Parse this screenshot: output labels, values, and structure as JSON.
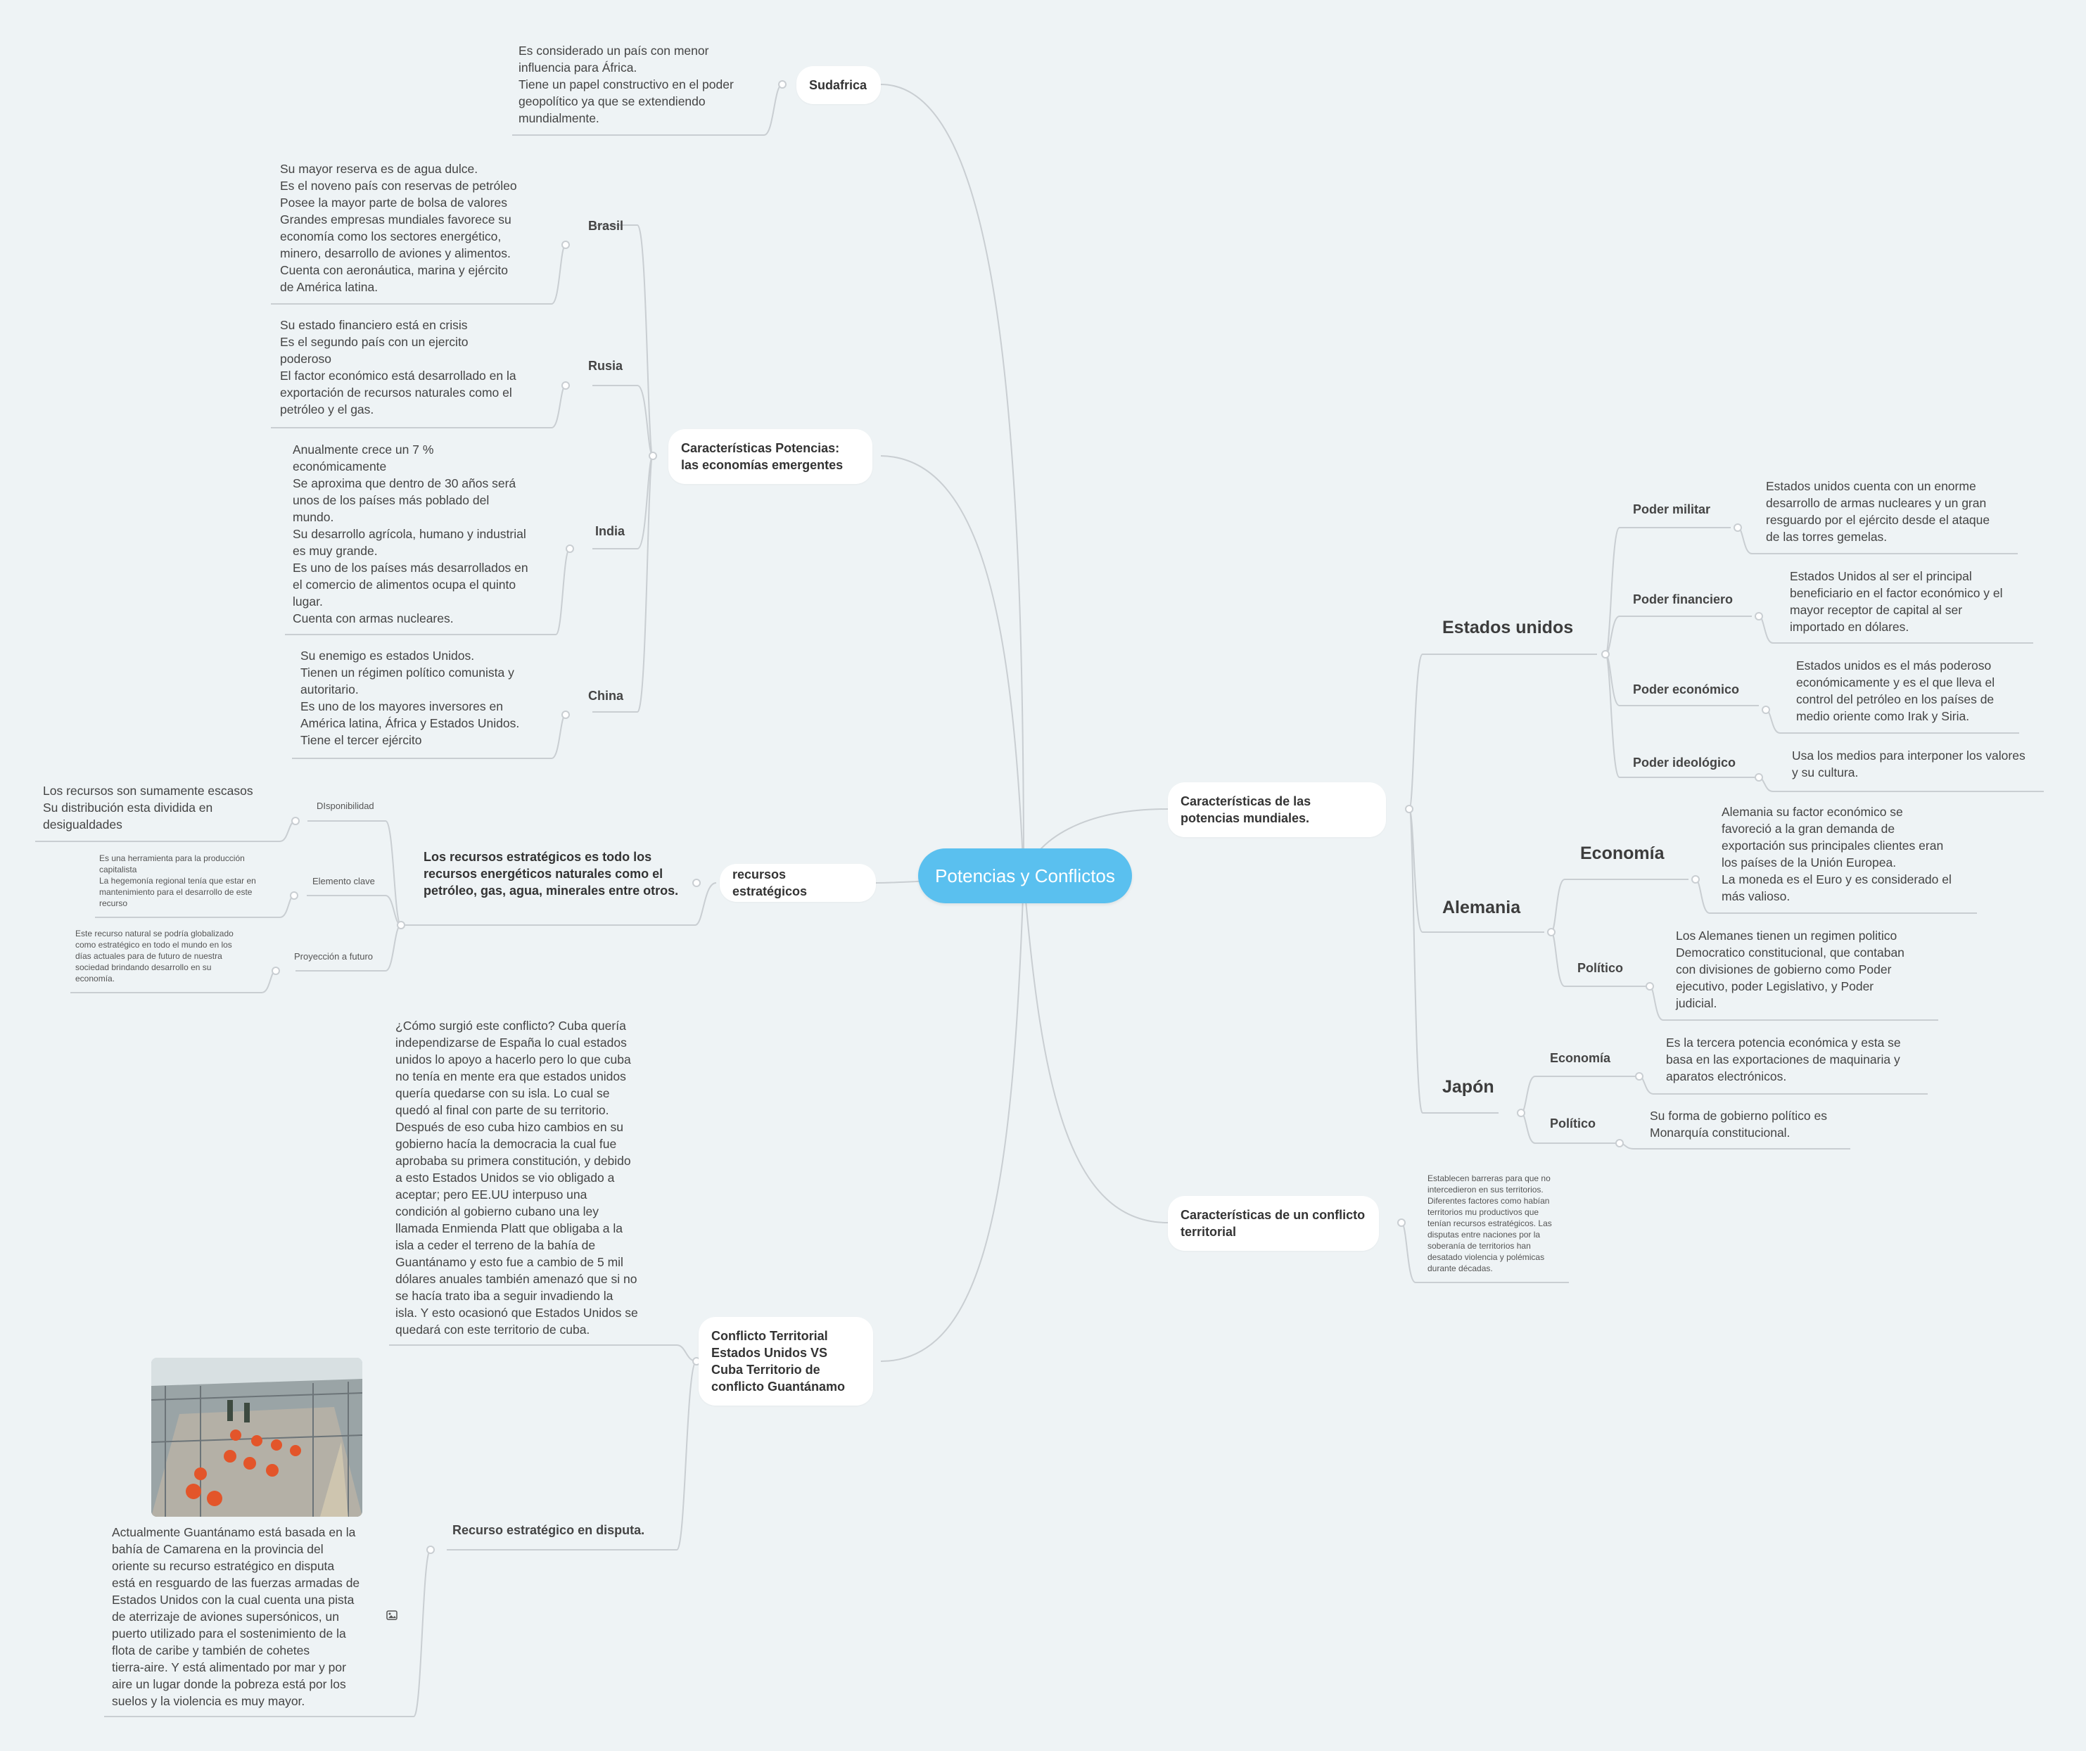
{
  "root": "Potencias y Conflictos",
  "sudafrica": {
    "title": "Sudafrica",
    "text": "Es considerado un país con menor\ninfluencia para África.\nTiene un papel constructivo en el poder\ngeopolítico ya que se extendiendo\nmundialmente."
  },
  "economias": {
    "title": "Características Potencias: las economías emergentes",
    "brasil": {
      "label": "Brasil",
      "text": "Su mayor reserva es de agua dulce.\nEs el noveno país con reservas de petróleo\nPosee la mayor parte de bolsa de valores\nGrandes empresas mundiales favorece su\neconomía como los sectores energético,\nminero, desarrollo de aviones y alimentos.\nCuenta con aeronáutica, marina y ejército\nde América latina."
    },
    "rusia": {
      "label": "Rusia",
      "text": "Su estado financiero está en crisis\nEs el segundo país con un ejercito\npoderoso\nEl factor económico está desarrollado en la\nexportación de recursos naturales como el\npetróleo y el gas."
    },
    "india": {
      "label": "India",
      "text": "Anualmente crece un 7 %\neconómicamente\nSe aproxima que dentro de 30 años será\nunos de los países más poblado del\nmundo.\nSu desarrollo agrícola, humano y industrial\nes muy grande.\nEs uno de los países más desarrollados en\nel comercio de alimentos ocupa el quinto\nlugar.\nCuenta con armas nucleares."
    },
    "china": {
      "label": "China",
      "text": "Su enemigo es estados Unidos.\nTienen un régimen político comunista y\nautoritario.\nEs uno de los mayores inversores en\nAmérica latina, África y Estados Unidos.\nTiene el tercer ejército"
    }
  },
  "recursos": {
    "title": "recursos estratégicos",
    "definition": "Los recursos estratégicos es todo los recursos energéticos naturales como el petróleo, gas, agua, minerales entre otros.",
    "disponibilidad": {
      "label": "DIsponibilidad",
      "text": "Los recursos son sumamente escasos\nSu distribución esta dividida en\ndesigualdades"
    },
    "elemento": {
      "label": "Elemento clave",
      "text": "Es una herramienta para la producción\ncapitalista\nLa hegemonía regional tenía que estar en\nmantenimiento para el desarrollo de este\nrecurso"
    },
    "proyeccion": {
      "label": "Proyección a futuro",
      "text": "Este recurso natural se podría globalizado\ncomo estratégico en todo el mundo en los\ndías actuales para de futuro de nuestra\nsociedad brindando desarrollo en su\neconomía."
    }
  },
  "conflicto": {
    "title": "Conflicto Territorial Estados Unidos VS Cuba Territorio de conflicto Guantánamo",
    "text": "¿Cómo surgió este conflicto? Cuba quería\nindependizarse de España lo cual estados\nunidos lo apoyo a hacerlo pero lo que cuba\nno tenía en mente era que estados unidos\nquería quedarse con su isla. Lo cual se\nquedó al final con parte de su territorio.\nDespués de eso cuba hizo cambios en su\ngobierno hacía la democracia la cual fue\naprobaba su primera constitución, y debido\na esto Estados Unidos se vio obligado a\naceptar; pero EE.UU  interpuso una\ncondición al gobierno cubano una ley\nllamada Enmienda Platt que obligaba a la\nisla a ceder el terreno de la bahía de\nGuantánamo y esto fue a cambio de 5 mil\ndólares anuales también amenazó que si no\nse hacía trato iba a seguir invadiendo la\nisla. Y esto ocasionó que Estados Unidos se\nquedará con este territorio de cuba.",
    "recurso": {
      "label": "Recurso estratégico en disputa.",
      "text": "Actualmente Guantánamo está basada en la\nbahía de Camarena en la provincia del\noriente su recurso estratégico en disputa\nestá en resguardo de las fuerzas armadas de\nEstados Unidos con la cual cuenta una pista\nde aterrizaje de aviones supersónicos, un\npuerto utilizado para el sostenimiento de la\nflota de caribe y también de cohetes\ntierra-aire. Y está alimentado por mar y por\naire  un lugar donde la pobreza está por los\nsuelos y la violencia es muy mayor."
    }
  },
  "mundiales": {
    "title": "Características de las potencias mundiales.",
    "eeuu": {
      "label": "Estados unidos",
      "militar": {
        "label": "Poder militar",
        "text": "Estados unidos cuenta con un enorme\ndesarrollo de armas nucleares y un gran\nresguardo por el ejército desde el ataque\nde las torres gemelas."
      },
      "financiero": {
        "label": "Poder financiero",
        "text": "Estados Unidos al ser el principal\nbeneficiario en el factor económico y el\nmayor receptor de capital al ser\nimportado en dólares."
      },
      "economico": {
        "label": "Poder económico",
        "text": "Estados unidos es el más poderoso\neconómicamente y es el que lleva el\ncontrol del petróleo en los países de\nmedio oriente como Irak y Siria."
      },
      "ideologico": {
        "label": "Poder ideológico",
        "text": "Usa los medios para interponer los valores\ny su cultura."
      }
    },
    "alemania": {
      "label": "Alemania",
      "economia": {
        "label": "Economía",
        "text": "Alemania su  factor económico se\nfavoreció a la gran demanda de\nexportación  sus principales clientes eran\nlos países de la Unión Europea.\nLa moneda es el Euro y es considerado el\nmás valioso."
      },
      "politico": {
        "label": "Político",
        "text": "Los Alemanes tienen un regimen politico\nDemocratico constitucional, que contaban\ncon divisiones de gobierno como Poder\nejecutivo, poder Legislativo, y Poder\njudicial."
      }
    },
    "japon": {
      "label": "Japón",
      "economia": {
        "label": "Economía",
        "text": "Es la tercera potencia económica y esta se\nbasa en las exportaciones de maquinaria y\naparatos electrónicos."
      },
      "politico": {
        "label": "Político",
        "text": "Su forma de gobierno político es\nMonarquía constitucional."
      }
    }
  },
  "territorial": {
    "title": "Características de un conflicto territorial",
    "text": "Establecen barreras para que no\nintercedieron en sus territorios.\nDiferentes factores como habían\nterritorios mu productivos que\ntenían recursos estratégicos. Las\ndisputas entre naciones por la\nsoberanía de territorios han\ndesatado violencia y polémicas\ndurante décadas."
  },
  "colors": {
    "root": "#5ac0ef",
    "line": "#c9ced2",
    "background": "#eef3f5"
  }
}
